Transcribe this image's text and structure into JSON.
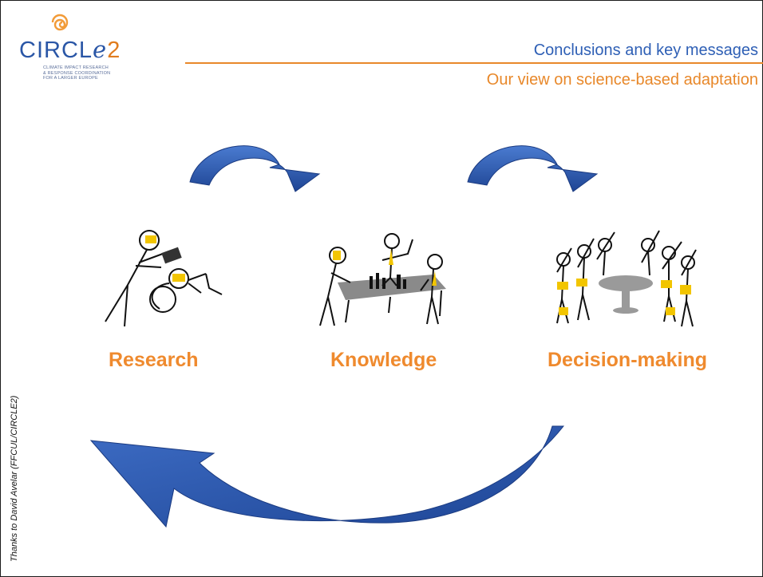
{
  "header": {
    "title": "Conclusions and key messages",
    "subtitle": "Our view on science-based adaptation"
  },
  "logo": {
    "name": "CIRCLE2",
    "tagline": [
      "CLIMATE IMPACT RESEARCH",
      "& RESPONSE COORDINATION",
      "FOR A LARGER EUROPE"
    ]
  },
  "stages": [
    {
      "label": "Research"
    },
    {
      "label": "Knowledge"
    },
    {
      "label": "Decision-making"
    }
  ],
  "side_credit": "Thanks to David Avelar (FFCUL/CIRCLE2)",
  "colors": {
    "arrow_blue": "#2f5fb8",
    "label_orange": "#ef8a2e",
    "title_blue": "#2e5fb5",
    "header_line": "#e8882a"
  }
}
